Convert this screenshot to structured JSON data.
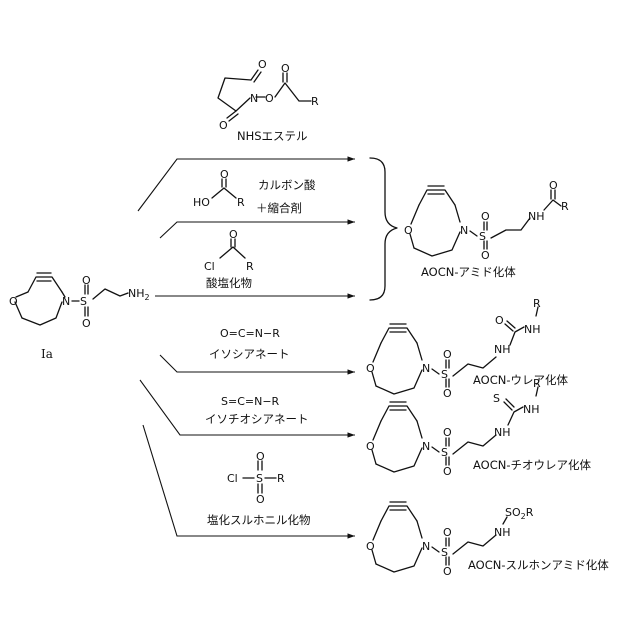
{
  "start": {
    "label": "Ia",
    "atoms": {
      "O": "O",
      "N": "N",
      "S": "S",
      "O1": "O",
      "O2": "O",
      "NH2": "NH",
      "sub2": "2"
    }
  },
  "reagents": {
    "nhs": {
      "label": "NHSエステル",
      "O_ring1": "O",
      "O_ring2": "O",
      "N": "N",
      "O_link": "O",
      "O_carb": "O",
      "R": "R"
    },
    "carboxylic": {
      "label1": "カルボン酸",
      "label2": "＋縮合剤",
      "HO": "HO",
      "O": "O",
      "R": "R"
    },
    "acid_chloride": {
      "label": "酸塩化物",
      "Cl": "Cl",
      "O": "O",
      "R": "R"
    },
    "isocyanate": {
      "formula": "O=C=N−R",
      "label": "イソシアネート"
    },
    "isothiocyanate": {
      "formula": "S=C=N−R",
      "label": "イソチオシアネート"
    },
    "sulfonyl_chloride": {
      "label": "塩化スルホニル化物",
      "Cl": "Cl",
      "S": "S",
      "O1": "O",
      "O2": "O",
      "R": "R"
    }
  },
  "products": {
    "amide": {
      "label": "AOCN-アミド化体",
      "O": "O",
      "N": "N",
      "S": "S",
      "SO1": "O",
      "SO2": "O",
      "NH": "NH",
      "CO": "O",
      "R": "R"
    },
    "urea": {
      "label": "AOCN-ウレア化体",
      "O": "O",
      "N": "N",
      "S": "S",
      "SO1": "O",
      "SO2": "O",
      "NH": "NH",
      "CO": "O",
      "NH2": "NH",
      "R": "R"
    },
    "thiourea": {
      "label": "AOCN-チオウレア化体",
      "O": "O",
      "N": "N",
      "S": "S",
      "SO1": "O",
      "SO2": "O",
      "NH": "NH",
      "CS": "S",
      "NH2": "NH",
      "R": "R"
    },
    "sulfonamide": {
      "label": "AOCN-スルホンアミド化体",
      "O": "O",
      "N": "N",
      "S": "S",
      "SO1": "O",
      "SO2": "O",
      "NH": "NH",
      "SO2R": "SO",
      "sub": "2",
      "R": "R"
    }
  }
}
